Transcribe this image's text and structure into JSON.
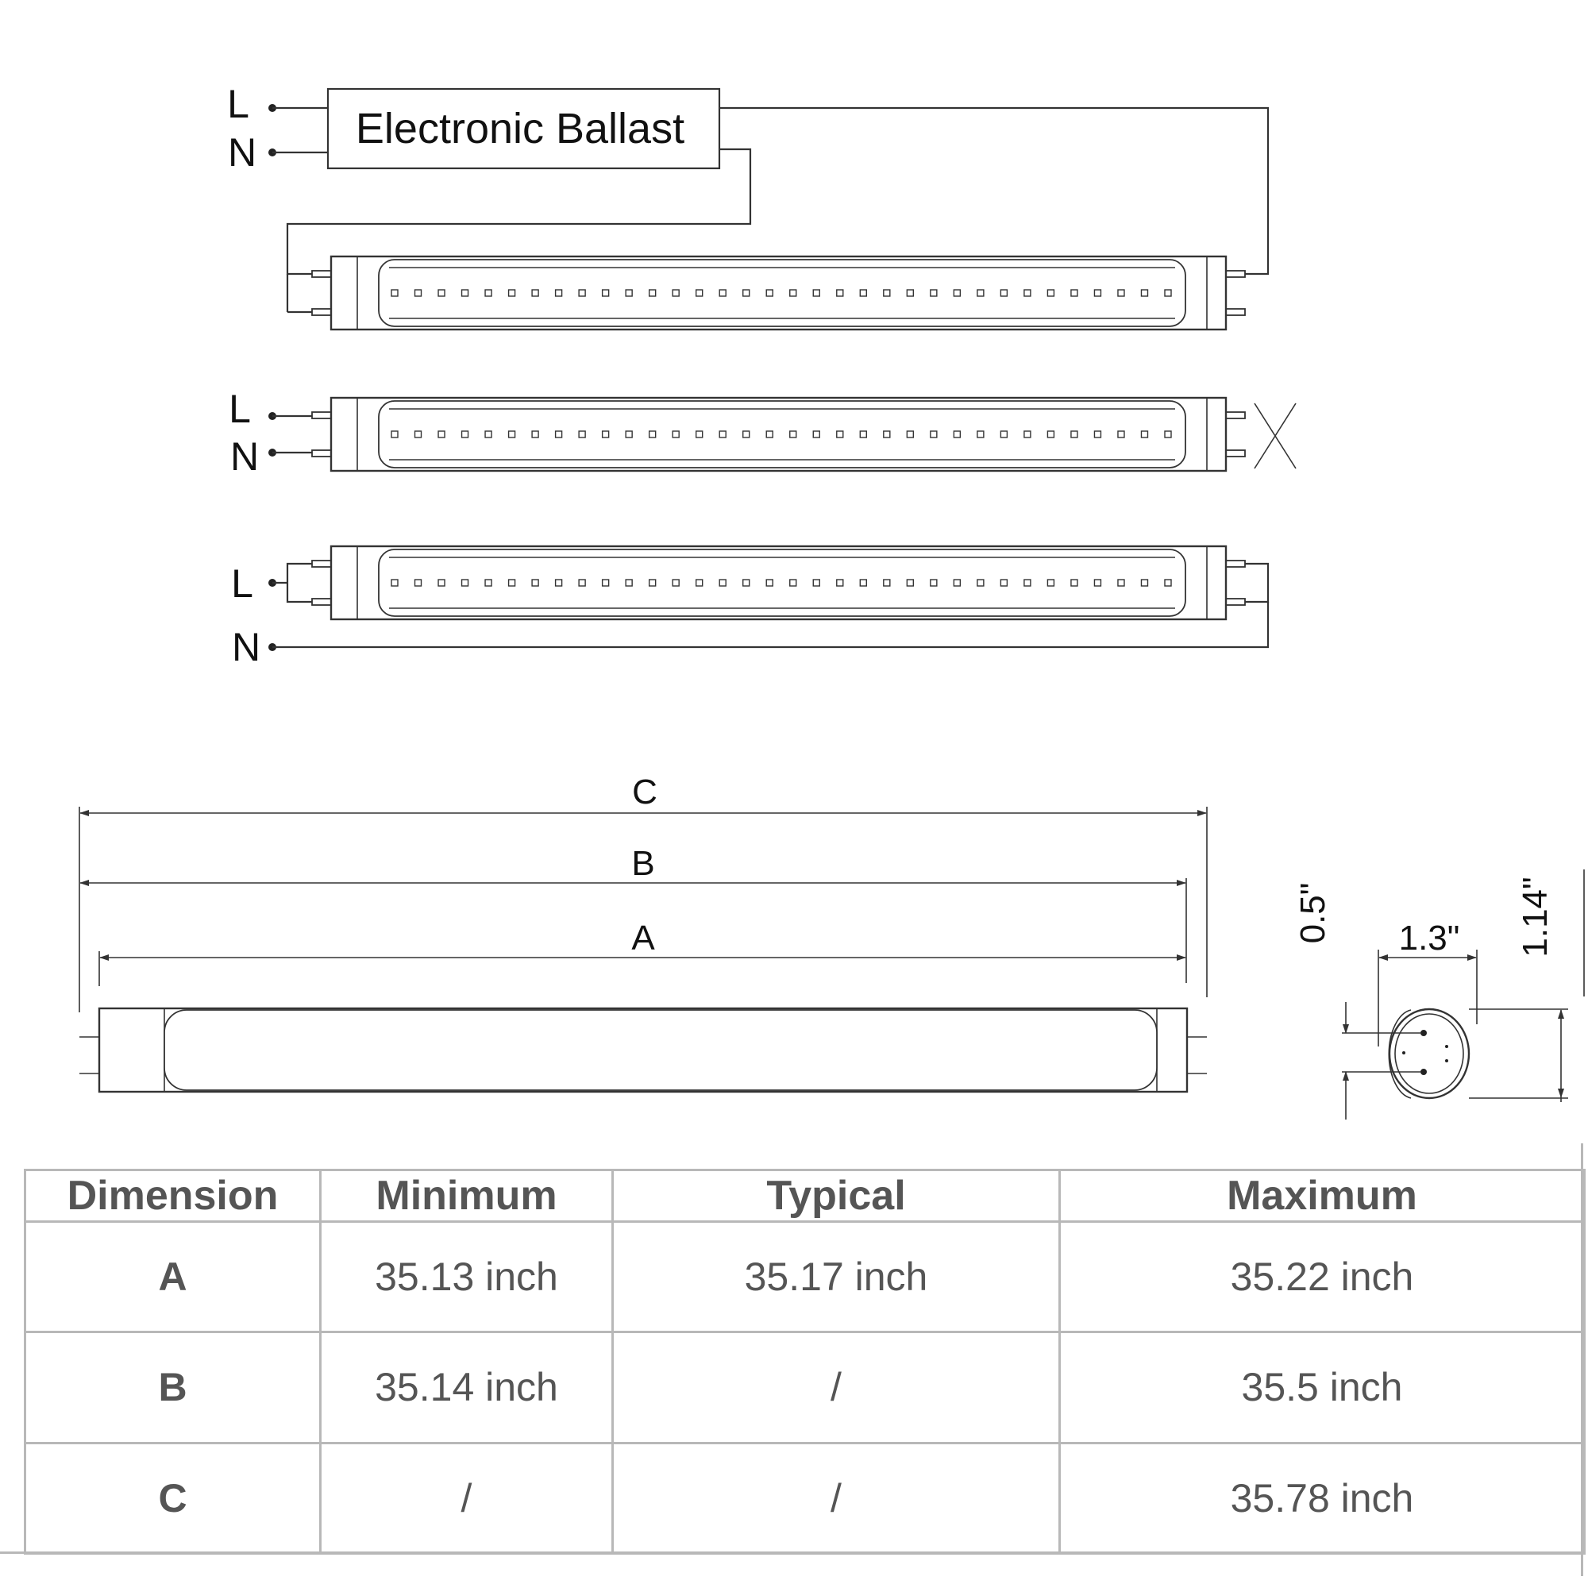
{
  "wiring": {
    "ballast_label": "Electronic Ballast",
    "live_label": "L",
    "neutral_label": "N"
  },
  "dimensions": {
    "label_a": "A",
    "label_b": "B",
    "label_c": "C",
    "end_pin_spacing": "0.5\"",
    "end_width": "1.3\"",
    "end_diameter": "1.14\""
  },
  "table": {
    "headers": [
      "Dimension",
      "Minimum",
      "Typical",
      "Maximum"
    ],
    "rows": [
      [
        "A",
        "35.13 inch",
        "35.17 inch",
        "35.22 inch"
      ],
      [
        "B",
        "35.14 inch",
        "/",
        "35.5 inch"
      ],
      [
        "C",
        "/",
        "/",
        "35.78 inch"
      ]
    ]
  },
  "colors": {
    "line": "#333333",
    "table_border": "#b8b8b8",
    "table_text": "#555555"
  }
}
